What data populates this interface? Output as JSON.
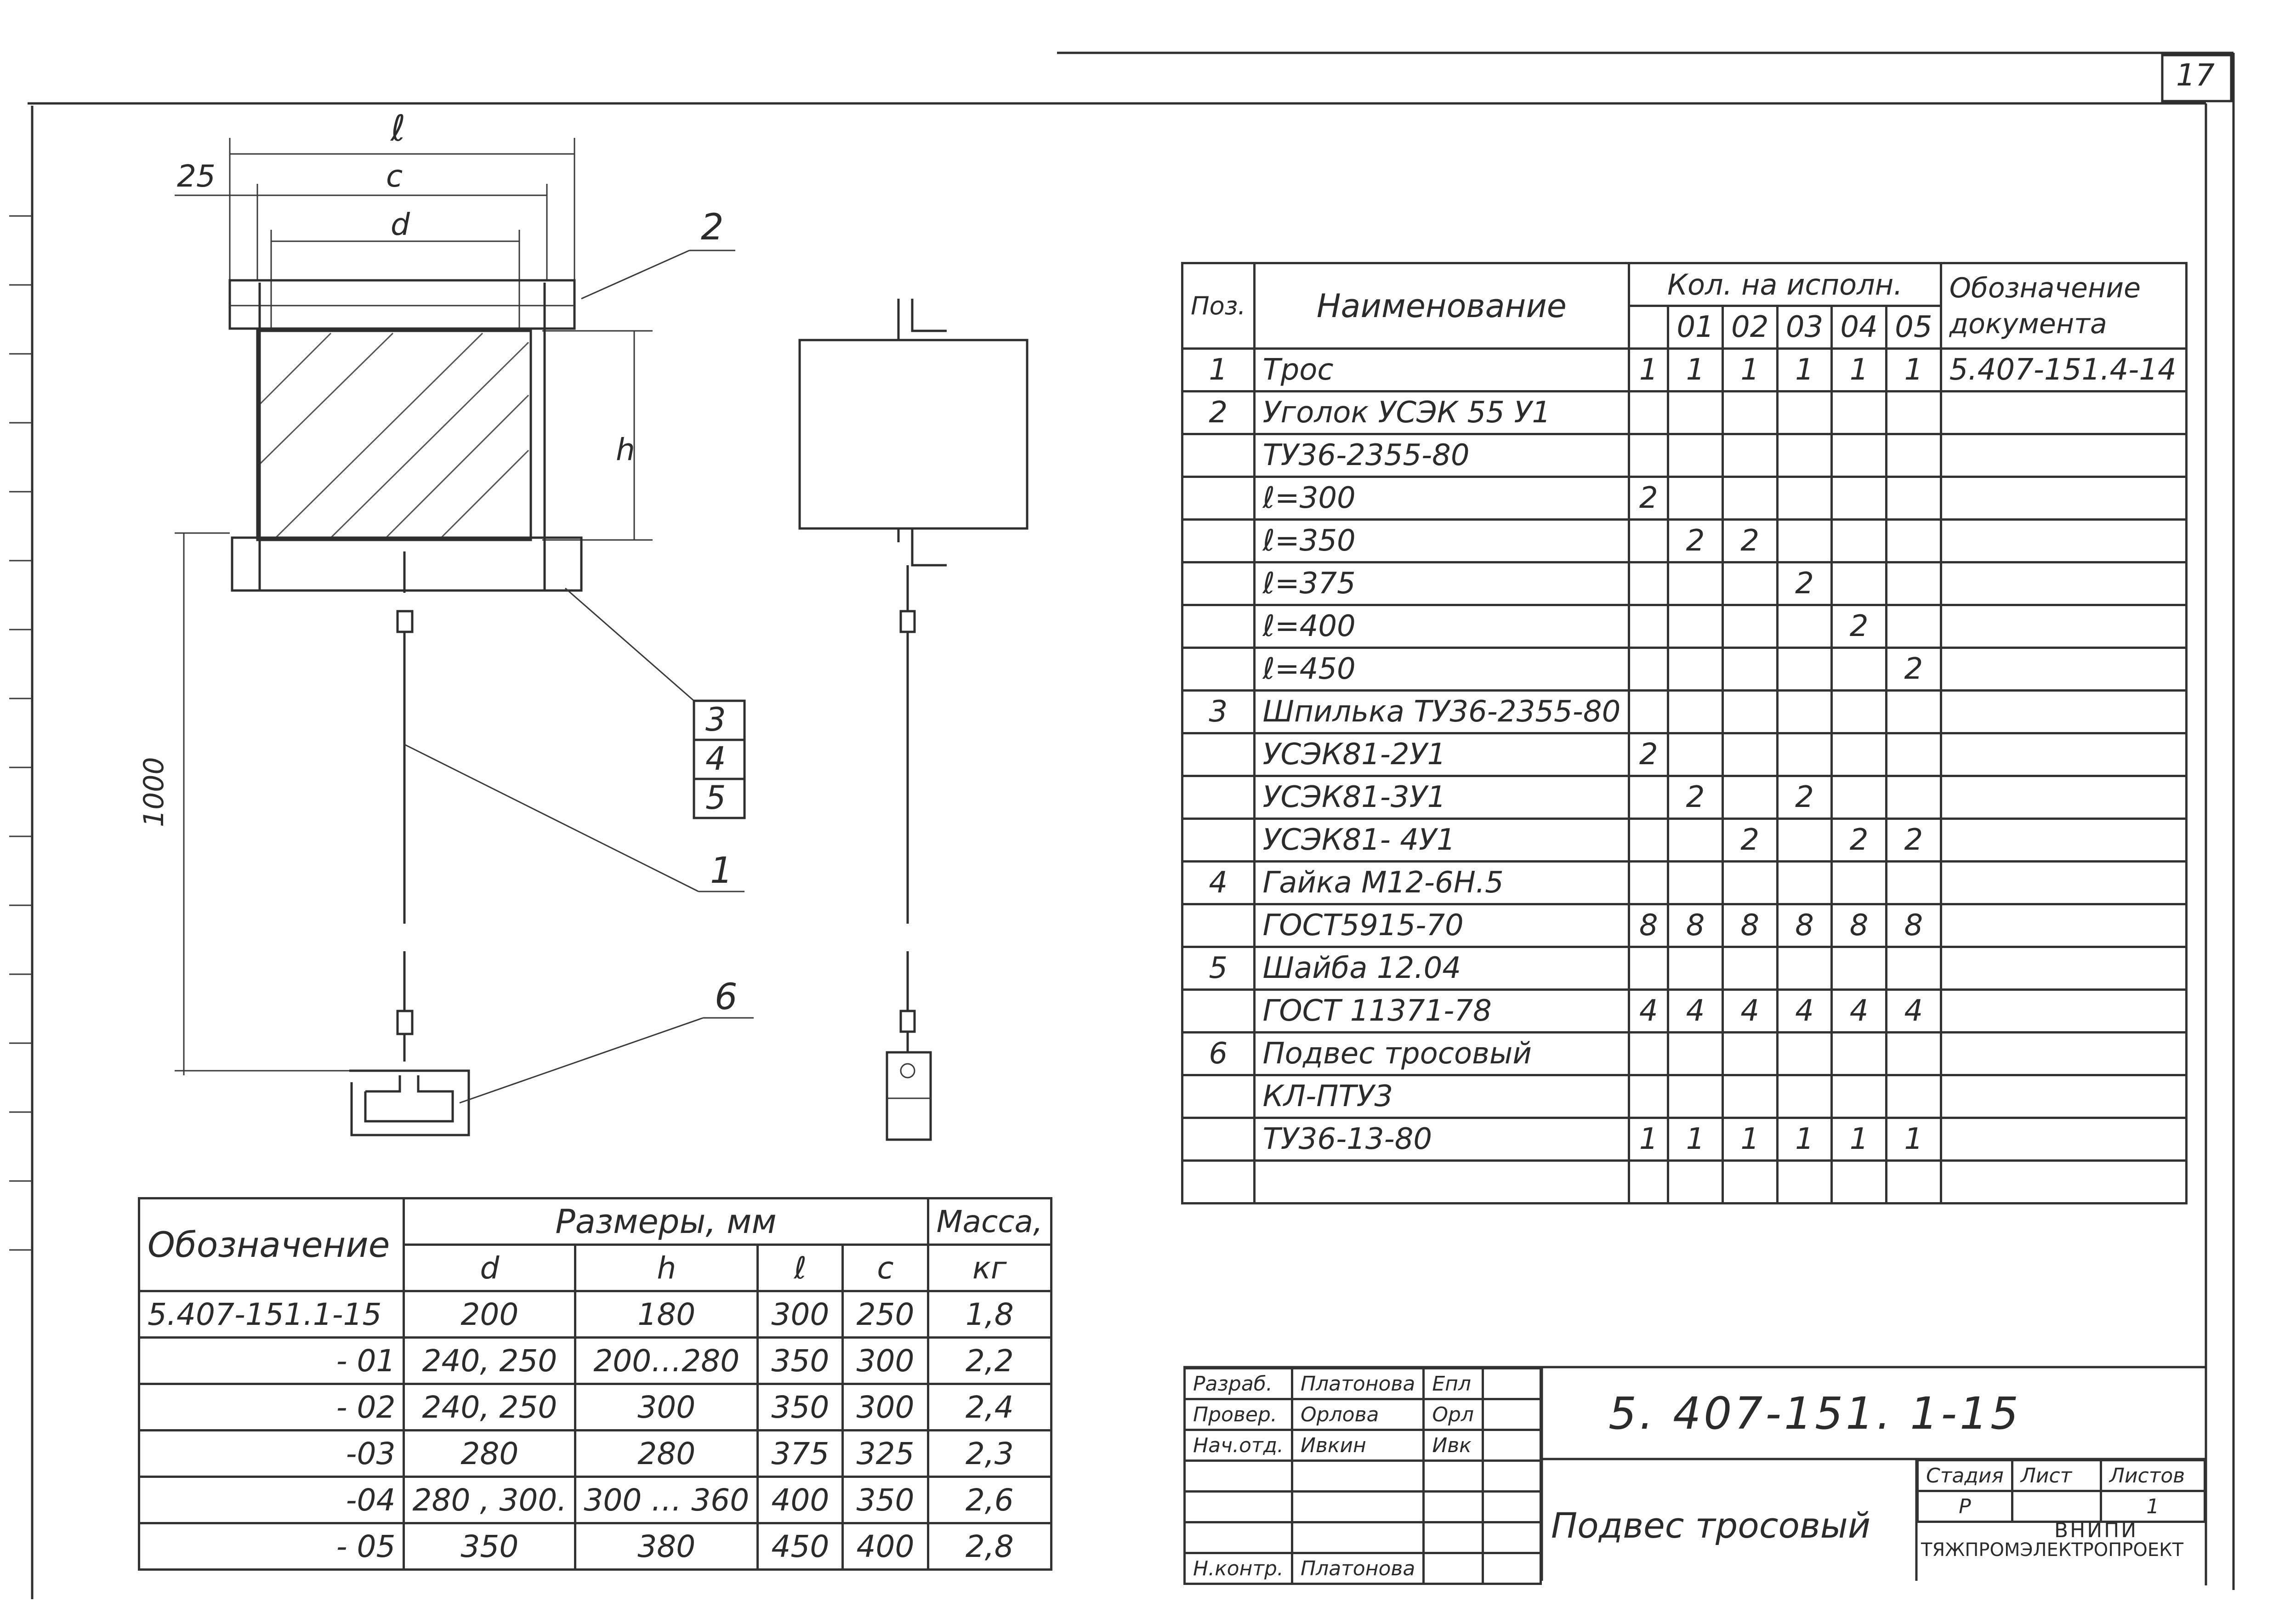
{
  "sheet_number": "17",
  "drawing_labels": {
    "l": "ℓ",
    "c": "c",
    "d": "d",
    "h": "h",
    "offset": "25",
    "length": "1000",
    "pos2": "2",
    "pos3": "3",
    "pos4": "4",
    "pos5": "5",
    "pos1": "1",
    "pos6": "6"
  },
  "spec_table": {
    "headers": {
      "pos": "Поз.",
      "name": "Наименование",
      "qty": "Кол. на исполн.",
      "doc": "Обозначение документа",
      "variants": [
        "01",
        "02",
        "03",
        "04",
        "05"
      ]
    },
    "rows": [
      {
        "pos": "1",
        "name": "Трос",
        "q": [
          "1",
          "1",
          "1",
          "1",
          "1",
          "1"
        ],
        "doc": "5.407-151.4-14"
      },
      {
        "pos": "2",
        "name": "Уголок УСЭК 55 У1",
        "q": [
          "",
          "",
          "",
          "",
          "",
          ""
        ],
        "doc": ""
      },
      {
        "pos": "",
        "name": "ТУ36-2355-80",
        "q": [
          "",
          "",
          "",
          "",
          "",
          ""
        ],
        "doc": ""
      },
      {
        "pos": "",
        "name": "ℓ=300",
        "q": [
          "2",
          "",
          "",
          "",
          "",
          ""
        ],
        "doc": ""
      },
      {
        "pos": "",
        "name": "ℓ=350",
        "q": [
          "",
          "2",
          "2",
          "",
          "",
          ""
        ],
        "doc": ""
      },
      {
        "pos": "",
        "name": "ℓ=375",
        "q": [
          "",
          "",
          "",
          "2",
          "",
          ""
        ],
        "doc": ""
      },
      {
        "pos": "",
        "name": "ℓ=400",
        "q": [
          "",
          "",
          "",
          "",
          "2",
          ""
        ],
        "doc": ""
      },
      {
        "pos": "",
        "name": "ℓ=450",
        "q": [
          "",
          "",
          "",
          "",
          "",
          "2"
        ],
        "doc": ""
      },
      {
        "pos": "3",
        "name": "Шпилька ТУ36-2355-80",
        "q": [
          "",
          "",
          "",
          "",
          "",
          ""
        ],
        "doc": ""
      },
      {
        "pos": "",
        "name": "УСЭК81-2У1",
        "q": [
          "2",
          "",
          "",
          "",
          "",
          ""
        ],
        "doc": ""
      },
      {
        "pos": "",
        "name": "УСЭК81-3У1",
        "q": [
          "",
          "2",
          "",
          "2",
          "",
          ""
        ],
        "doc": ""
      },
      {
        "pos": "",
        "name": "УСЭК81- 4У1",
        "q": [
          "",
          "",
          "2",
          "",
          "2",
          "2"
        ],
        "doc": ""
      },
      {
        "pos": "4",
        "name": "Гайка М12-6Н.5",
        "q": [
          "",
          "",
          "",
          "",
          "",
          ""
        ],
        "doc": ""
      },
      {
        "pos": "",
        "name": "ГОСТ5915-70",
        "q": [
          "8",
          "8",
          "8",
          "8",
          "8",
          "8"
        ],
        "doc": ""
      },
      {
        "pos": "5",
        "name": "Шайба 12.04",
        "q": [
          "",
          "",
          "",
          "",
          "",
          ""
        ],
        "doc": ""
      },
      {
        "pos": "",
        "name": "ГОСТ 11371-78",
        "q": [
          "4",
          "4",
          "4",
          "4",
          "4",
          "4"
        ],
        "doc": ""
      },
      {
        "pos": "6",
        "name": "Подвес тросовый",
        "q": [
          "",
          "",
          "",
          "",
          "",
          ""
        ],
        "doc": ""
      },
      {
        "pos": "",
        "name": "КЛ-ПТУ3",
        "q": [
          "",
          "",
          "",
          "",
          "",
          ""
        ],
        "doc": ""
      },
      {
        "pos": "",
        "name": "ТУ36-13-80",
        "q": [
          "1",
          "1",
          "1",
          "1",
          "1",
          "1"
        ],
        "doc": ""
      },
      {
        "pos": "",
        "name": "",
        "q": [
          "",
          "",
          "",
          "",
          "",
          ""
        ],
        "doc": ""
      }
    ]
  },
  "dims_table": {
    "headers": {
      "designation": "Обозначение",
      "sizes": "Размеры, мм",
      "d": "d",
      "h": "h",
      "l": "ℓ",
      "c": "c",
      "mass": "Масса,",
      "mass_unit": "кг"
    },
    "rows": [
      {
        "designation": "5.407-151.1-15",
        "d": "200",
        "h": "180",
        "l": "300",
        "c": "250",
        "mass": "1,8"
      },
      {
        "designation": "- 01",
        "d": "240, 250",
        "h": "200…280",
        "l": "350",
        "c": "300",
        "mass": "2,2"
      },
      {
        "designation": "- 02",
        "d": "240, 250",
        "h": "300",
        "l": "350",
        "c": "300",
        "mass": "2,4"
      },
      {
        "designation": "-03",
        "d": "280",
        "h": "280",
        "l": "375",
        "c": "325",
        "mass": "2,3"
      },
      {
        "designation": "-04",
        "d": "280 , 300.",
        "h": "300 … 360",
        "l": "400",
        "c": "350",
        "mass": "2,6"
      },
      {
        "designation": "- 05",
        "d": "350",
        "h": "380",
        "l": "450",
        "c": "400",
        "mass": "2,8"
      }
    ]
  },
  "title_block": {
    "roles": [
      {
        "role": "Разраб.",
        "name": "Платонова",
        "sign": "Епл"
      },
      {
        "role": "Провер.",
        "name": "Орлова",
        "sign": "Орл"
      },
      {
        "role": "Нач.отд.",
        "name": "Ивкин",
        "sign": "Ивк"
      },
      {
        "role": "",
        "name": "",
        "sign": ""
      },
      {
        "role": "",
        "name": "",
        "sign": ""
      },
      {
        "role": "",
        "name": "",
        "sign": ""
      },
      {
        "role": "Н.контр.",
        "name": "Платонова",
        "sign": ""
      }
    ],
    "code": "5. 407-151. 1-15",
    "product_name": "Подвес тросовый",
    "stage_label": "Стадия",
    "sheet_label": "Лист",
    "sheets_label": "Листов",
    "stage": "Р",
    "sheets": "1",
    "org_line1": "ВНИПИ",
    "org_line2": "ТЯЖПРОМЭЛЕКТРОПРОЕКТ"
  }
}
